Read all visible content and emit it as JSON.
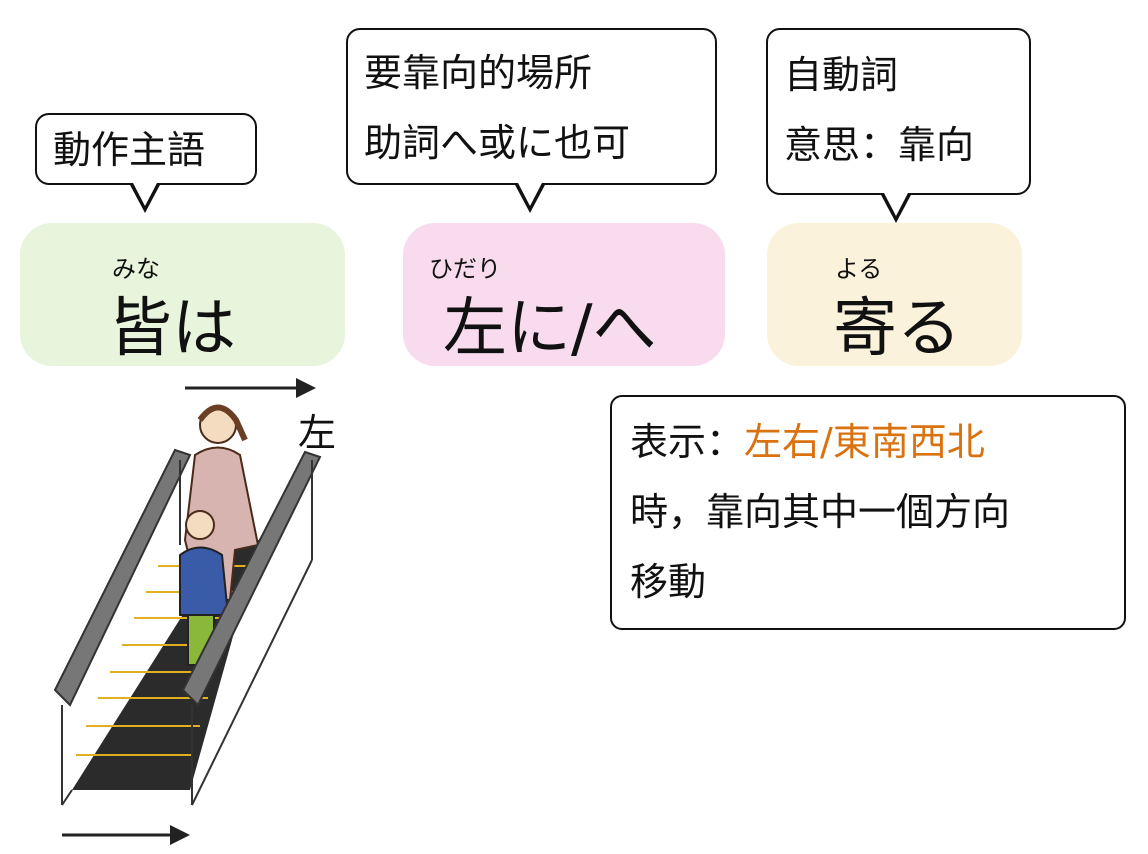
{
  "bubbles": [
    {
      "lines": [
        "動作主語"
      ]
    },
    {
      "lines": [
        "要靠向的場所",
        "助詞へ或に也可"
      ]
    },
    {
      "lines": [
        "自動詞",
        "意思：靠向"
      ]
    }
  ],
  "cards": [
    {
      "furigana": "みな",
      "text": "皆は",
      "color": "#e8f5dc"
    },
    {
      "furigana": "ひだり",
      "text": "左に/へ",
      "color": "#f8dcee"
    },
    {
      "furigana": "よる",
      "text": "寄る",
      "color": "#fbf2dc"
    }
  ],
  "info": {
    "prefix": "表示：",
    "highlight": "左右/東南西北",
    "line2": "時，靠向其中一個方向",
    "line3": "移動",
    "highlight_color": "#d9720f"
  },
  "illustration": {
    "direction_label": "左"
  }
}
